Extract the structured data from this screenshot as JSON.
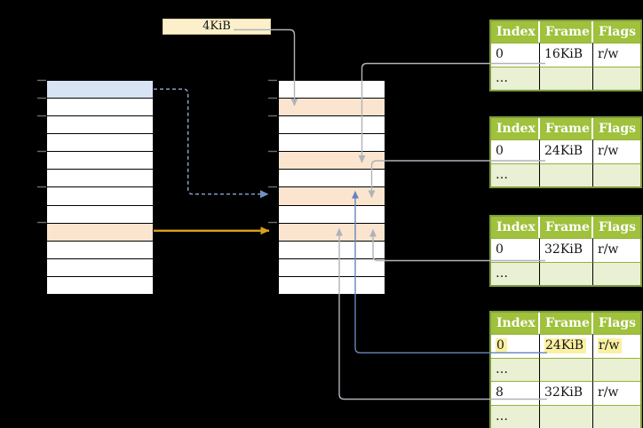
{
  "page_size_label": "4KiB",
  "colors": {
    "header_green": "#9fc13c",
    "row_green": "#e9f0d3",
    "border_green": "#7e9c3d",
    "sep_green": "#94b23c",
    "orange": "#fce5cf",
    "blue": "#d8e3f4",
    "cream": "#fcf0cb",
    "highlight_yellow": "#faf0a2",
    "connector_gray": "#aeb3ba",
    "connector_blue": "#6685bb",
    "connector_dashed_blue": "#8fa8d4",
    "connector_gold": "#d99f1e"
  },
  "left_table": {
    "row_count": 12,
    "highlights": {
      "0": "blue",
      "8": "orange"
    }
  },
  "middle_table": {
    "row_count": 12,
    "highlights": {
      "1": "orange",
      "4": "orange",
      "6": "orange",
      "8": "orange"
    }
  },
  "frame_tables": [
    {
      "headers": [
        "Index",
        "Frame",
        "Flags"
      ],
      "rows": [
        {
          "cells": [
            "0",
            "16KiB",
            "r/w"
          ]
        },
        {
          "cells": [
            "…",
            "",
            ""
          ]
        }
      ]
    },
    {
      "headers": [
        "Index",
        "Frame",
        "Flags"
      ],
      "rows": [
        {
          "cells": [
            "0",
            "24KiB",
            "r/w"
          ]
        },
        {
          "cells": [
            "…",
            "",
            ""
          ]
        }
      ]
    },
    {
      "headers": [
        "Index",
        "Frame",
        "Flags"
      ],
      "rows": [
        {
          "cells": [
            "0",
            "32KiB",
            "r/w"
          ]
        },
        {
          "cells": [
            "…",
            "",
            ""
          ]
        }
      ]
    },
    {
      "headers": [
        "Index",
        "Frame",
        "Flags"
      ],
      "rows": [
        {
          "cells": [
            "0",
            "24KiB",
            "r/w"
          ],
          "highlight": true
        },
        {
          "cells": [
            "…",
            "",
            ""
          ]
        },
        {
          "cells": [
            "8",
            "32KiB",
            "r/w"
          ]
        },
        {
          "cells": [
            "…",
            "",
            ""
          ]
        }
      ]
    }
  ]
}
